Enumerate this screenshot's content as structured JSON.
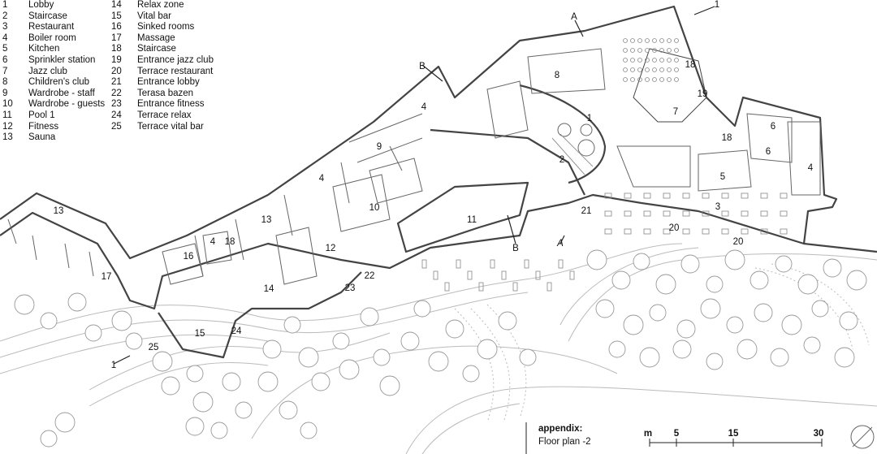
{
  "legend": {
    "left": [
      {
        "num": "1",
        "name": "Lobby"
      },
      {
        "num": "2",
        "name": "Staircase"
      },
      {
        "num": "3",
        "name": "Restaurant"
      },
      {
        "num": "4",
        "name": "Boiler room"
      },
      {
        "num": "5",
        "name": "Kitchen"
      },
      {
        "num": "6",
        "name": "Sprinkler station"
      },
      {
        "num": "7",
        "name": "Jazz club"
      },
      {
        "num": "8",
        "name": "Children's club"
      },
      {
        "num": "9",
        "name": "Wardrobe - staff"
      },
      {
        "num": "10",
        "name": "Wardrobe - guests"
      },
      {
        "num": "11",
        "name": "Pool 1"
      },
      {
        "num": "12",
        "name": "Fitness"
      },
      {
        "num": "13",
        "name": "Sauna"
      }
    ],
    "right": [
      {
        "num": "14",
        "name": "Relax zone"
      },
      {
        "num": "15",
        "name": "Vital bar"
      },
      {
        "num": "16",
        "name": "Sinked rooms"
      },
      {
        "num": "17",
        "name": "Massage"
      },
      {
        "num": "18",
        "name": "Staircase"
      },
      {
        "num": "19",
        "name": "Entrance jazz club"
      },
      {
        "num": "20",
        "name": "Terrace restaurant"
      },
      {
        "num": "21",
        "name": "Entrance lobby"
      },
      {
        "num": "22",
        "name": "Terasa bazen"
      },
      {
        "num": "23",
        "name": "Entrance fitness"
      },
      {
        "num": "24",
        "name": "Terrace relax"
      },
      {
        "num": "25",
        "name": "Terrace vital bar"
      }
    ]
  },
  "room_labels": {
    "l1": "1",
    "l2": "2",
    "l3": "3",
    "l4a": "4",
    "l4b": "4",
    "l4c": "4",
    "l4d": "4",
    "l5": "5",
    "l6a": "6",
    "l6b": "6",
    "l7": "7",
    "l8": "8",
    "l9": "9",
    "l10": "10",
    "l11": "11",
    "l12": "12",
    "l13a": "13",
    "l13b": "13",
    "l14": "14",
    "l15": "15",
    "l16": "16",
    "l17": "17",
    "l18a": "18",
    "l18b": "18",
    "l18c": "18",
    "l19": "19",
    "l20a": "20",
    "l20b": "20",
    "l21": "21",
    "l22": "22",
    "l23": "23",
    "l24": "24",
    "l25": "25"
  },
  "section_marks": {
    "a_top": "A",
    "a_bottom": "A",
    "b_top": "B",
    "b_bottom": "B",
    "one_top": "1",
    "one_bottom": "1"
  },
  "appendix": {
    "title": "appendix:",
    "subtitle": "Floor plan -2"
  },
  "scale_bar": {
    "unit": "m",
    "ticks": [
      "5",
      "15",
      "30"
    ]
  }
}
